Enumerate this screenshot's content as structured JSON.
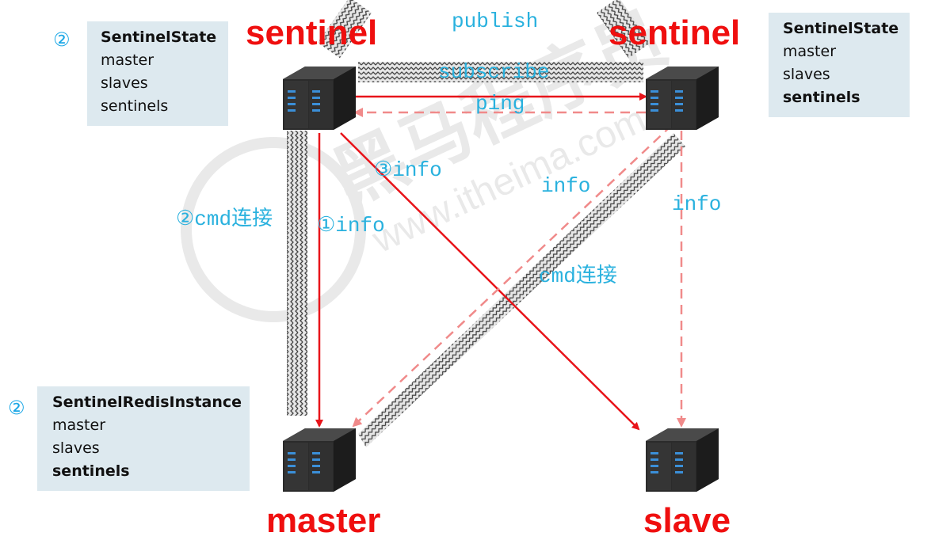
{
  "nodes": {
    "sentinel_left": "sentinel",
    "sentinel_right": "sentinel",
    "master": "master",
    "slave": "slave"
  },
  "boxes": {
    "left_sentinel_state": {
      "marker": "②",
      "title": "SentinelState",
      "lines": [
        "master",
        "slaves",
        "sentinels"
      ]
    },
    "right_sentinel_state": {
      "title": "SentinelState",
      "lines": [
        "master",
        "slaves",
        "sentinels"
      ]
    },
    "master_instance": {
      "marker": "②",
      "title": "SentinelRedisInstance",
      "lines": [
        "master",
        "slaves",
        "sentinels"
      ]
    }
  },
  "edges": {
    "publish": "publish",
    "subscribe": "subscribe",
    "ping": "ping",
    "info_3": "③info",
    "info_mid": "info",
    "info_right": "info",
    "cmd_left": "②cmd",
    "cmd_left_cn": "连接",
    "info_1": "①info",
    "cmd_mid": "cmd",
    "cmd_mid_cn": "连接"
  },
  "watermark": {
    "text_cn": "黑马程序员",
    "text_url": "www.itheima.com"
  },
  "colors": {
    "node_label": "#ef0f0f",
    "arrow_solid": "#e8141a",
    "arrow_dashed": "#f08a8a",
    "edge_label": "#29b1de",
    "marker": "#1aa7e6",
    "box_bg": "#dde9ef"
  },
  "icons": [
    "server-icon"
  ]
}
